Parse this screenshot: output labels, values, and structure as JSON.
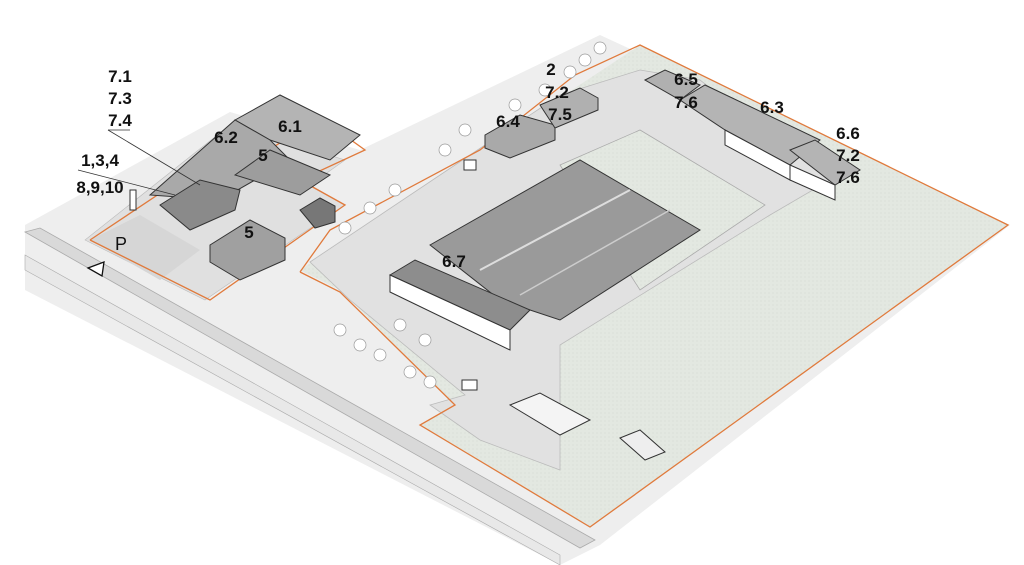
{
  "title": "Site plan axonometric",
  "colors": {
    "boundary": "#e07a3c",
    "field": "#e3e8e1",
    "yard": "#e4e4e4",
    "road": "#ececec",
    "roof_dark": "#8f8f8f",
    "roof_mid": "#b4b4b4",
    "wall": "#ffffff"
  },
  "labels": {
    "l71": "7.1",
    "l73": "7.3",
    "l74": "7.4",
    "l134": "1,3,4",
    "l8910": "8,9,10",
    "l62": "6.2",
    "l5a": "5",
    "l61": "6.1",
    "l5b": "5",
    "parking": "P",
    "l64": "6.4",
    "l2": "2",
    "l72a": "7.2",
    "l75": "7.5",
    "l65": "6.5",
    "l76a": "7.6",
    "l63": "6.3",
    "l66": "6.6",
    "l72b": "7.2",
    "l76b": "7.6",
    "l67": "6.7"
  },
  "icons": [
    "north-arrow-triangle-icon"
  ]
}
